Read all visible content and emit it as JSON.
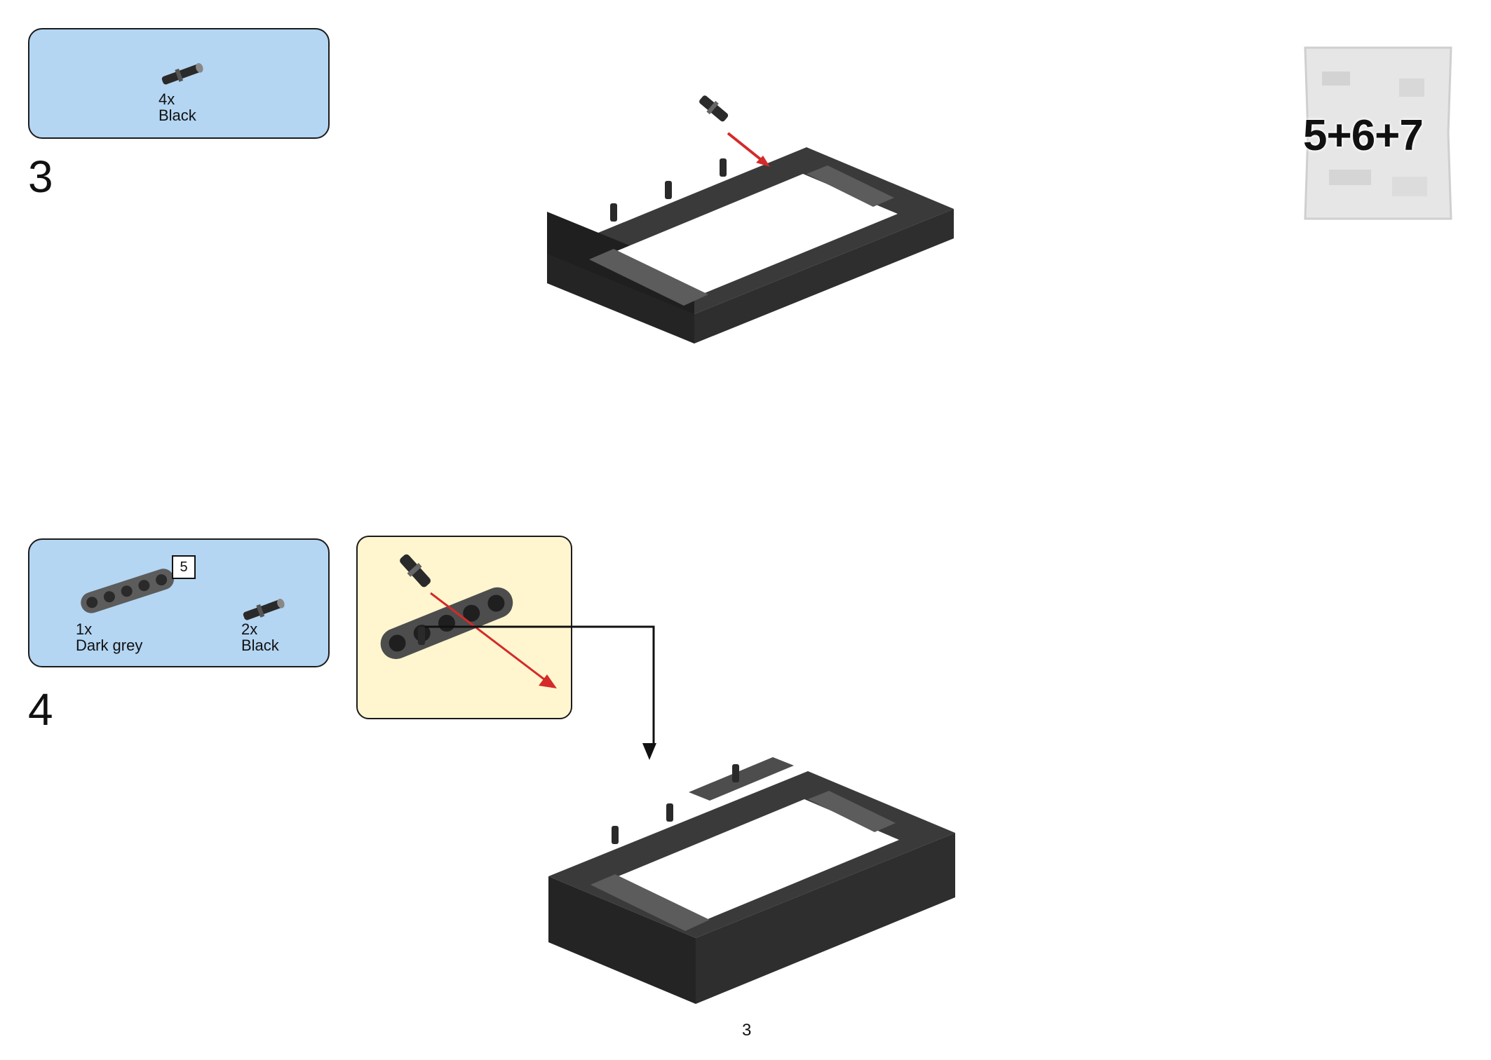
{
  "bag": {
    "label": "5+6+7"
  },
  "steps": [
    {
      "number": "3",
      "parts": [
        {
          "qty": "4x",
          "color": "Black",
          "icon": "axle-pin-icon"
        }
      ]
    },
    {
      "number": "4",
      "parts": [
        {
          "qty": "1x",
          "color": "Dark grey",
          "icon": "beam-5-icon",
          "length": "5"
        },
        {
          "qty": "2x",
          "color": "Black",
          "icon": "axle-pin-icon"
        }
      ]
    }
  ],
  "page_number": "3",
  "colors": {
    "parts_box": "#b4d6f3",
    "callout": "#fff6cf",
    "arrow": "#d42a2a",
    "frame": "#2b2b2b",
    "beam": "#5c5c5c"
  }
}
